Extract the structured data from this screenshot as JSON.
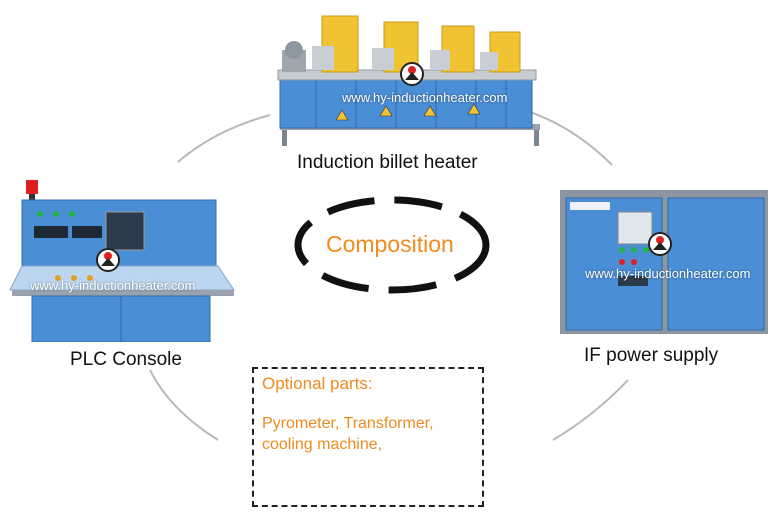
{
  "components": {
    "top": {
      "label": "Induction billet heater"
    },
    "left": {
      "label": "PLC Console"
    },
    "right": {
      "label": "IF power supply"
    }
  },
  "center": {
    "title": "Composition"
  },
  "optional": {
    "heading": "Optional parts:",
    "line1": "Pyrometer, Transformer,",
    "line2": "cooling machine,"
  },
  "watermark": "www.hy-inductionheater.com",
  "colors": {
    "accent": "#f08c1e",
    "machine_blue": "#4a8ed6",
    "console_top": "#bcd6f0",
    "heater_yellow": "#f1c232",
    "frame_gray": "#8d97a2"
  }
}
